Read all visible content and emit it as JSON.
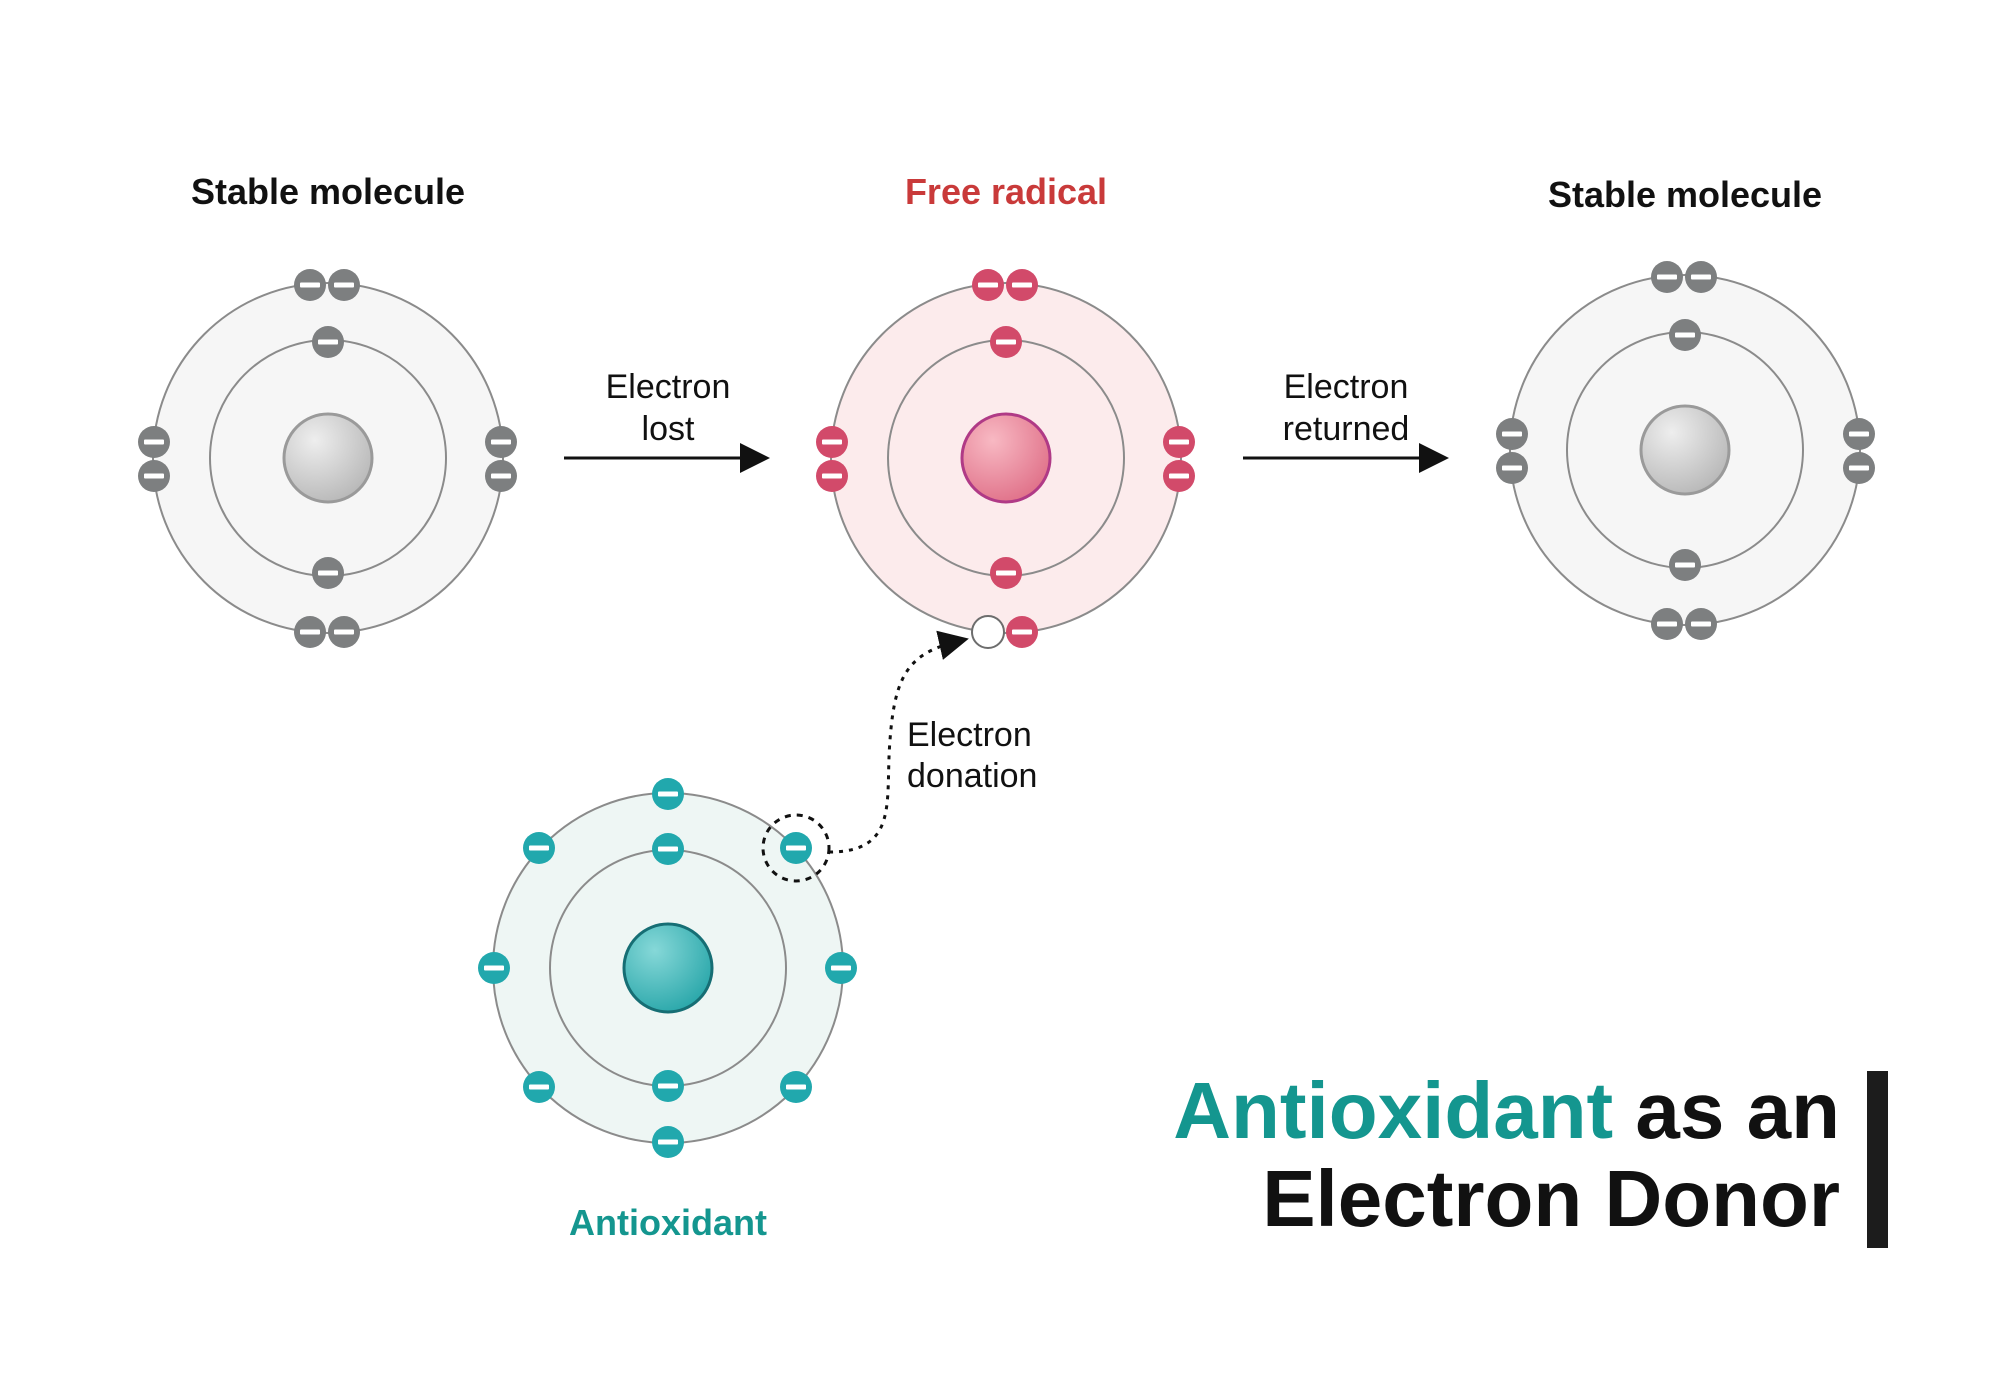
{
  "labels": {
    "stable_left": "Stable molecule",
    "free_radical": "Free radical",
    "stable_right": "Stable molecule",
    "antioxidant": "Antioxidant",
    "electron_lost": [
      "Electron",
      "lost"
    ],
    "electron_returned": [
      "Electron",
      "returned"
    ],
    "electron_donation": [
      "Electron",
      "donation"
    ]
  },
  "title": {
    "highlight": "Antioxidant",
    "rest_line1": " as an",
    "line2": "Electron Donor"
  },
  "colors": {
    "stable": "#7d7f80",
    "stable_fill": "#f6f6f6",
    "stable_nucleus": "#c9c9c9",
    "radical": "#d24a6a",
    "radical_fill": "#fcebec",
    "radical_nucleus": "#ef8fa0",
    "radical_title": "#c93a3a",
    "antioxidant": "#21a8ad",
    "antioxidant_fill": "#eef6f4",
    "antioxidant_nucleus": "#4cc1c3",
    "antioxidant_title": "#14968f",
    "title_bar": "#1c1c1c"
  }
}
